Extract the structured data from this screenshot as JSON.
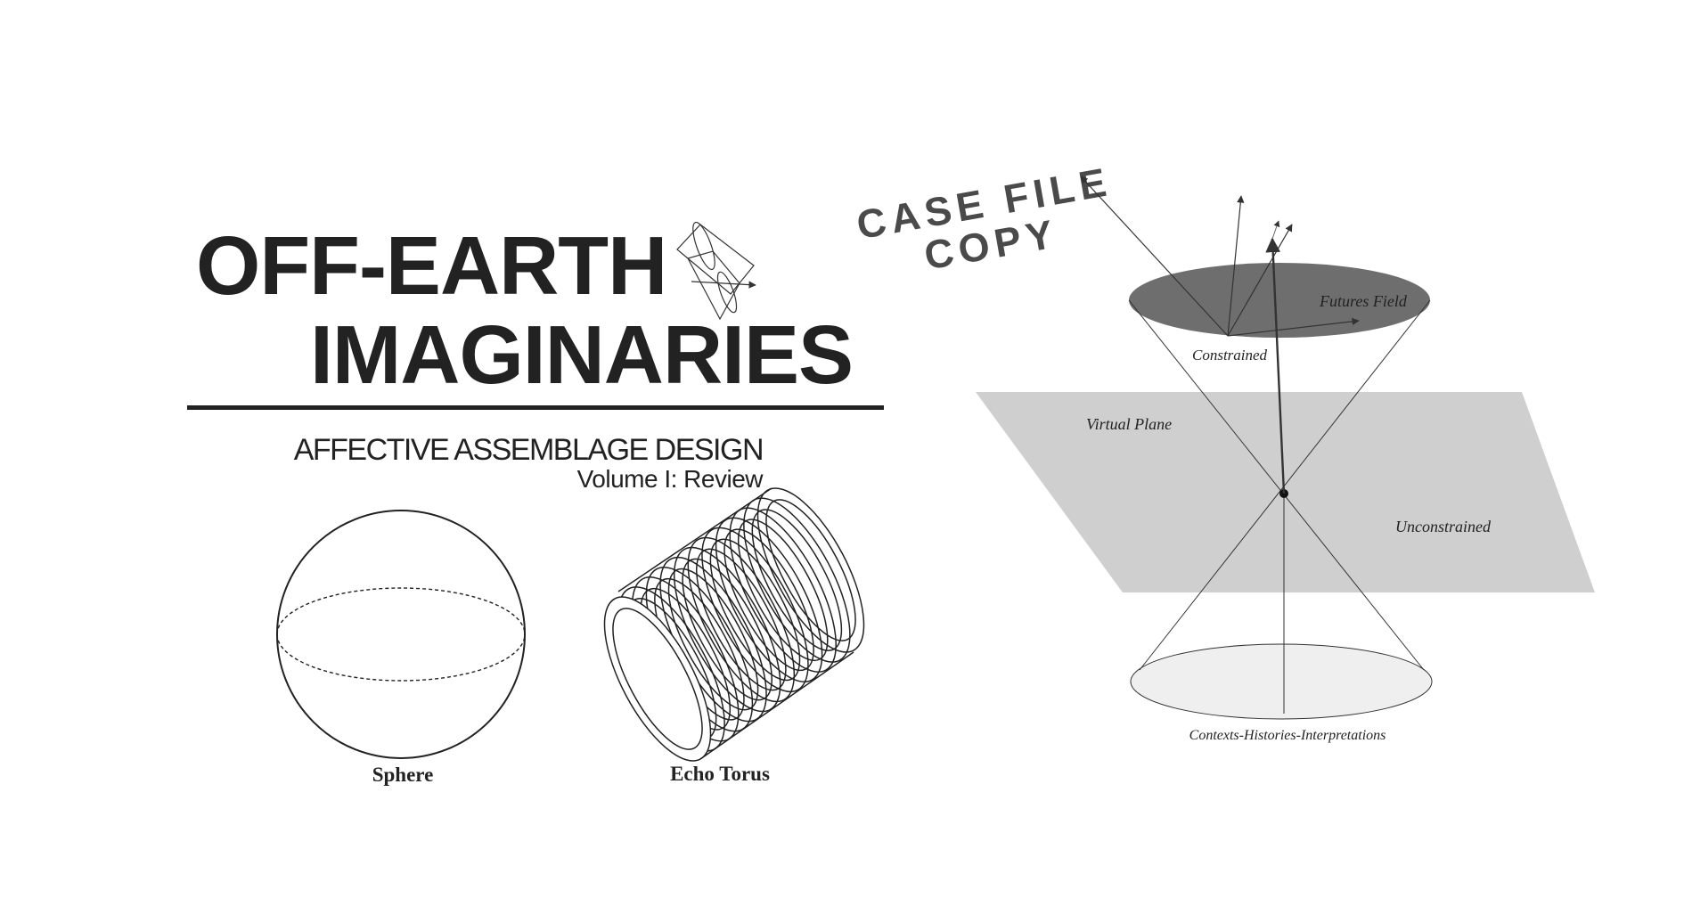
{
  "title": {
    "line1": "OFF-EARTH",
    "line2": "IMAGINARIES"
  },
  "subtitle": "AFFECTIVE ASSEMBLAGE DESIGN",
  "volume": "Volume I: Review",
  "stamp": {
    "line1": "CASE FILE",
    "line2": "COPY"
  },
  "figures": {
    "sphere_label": "Sphere",
    "torus_label": "Echo Torus"
  },
  "diagram": {
    "futures_field": "Futures Field",
    "constrained": "Constrained",
    "virtual_plane": "Virtual Plane",
    "unconstrained": "Unconstrained",
    "contexts": "Contexts-Histories-Interpretations"
  },
  "colors": {
    "ink": "#222222",
    "top_ellipse": "#6e6e6e",
    "plane": "#cfcfcf",
    "bottom_ellipse": "#efefef"
  }
}
